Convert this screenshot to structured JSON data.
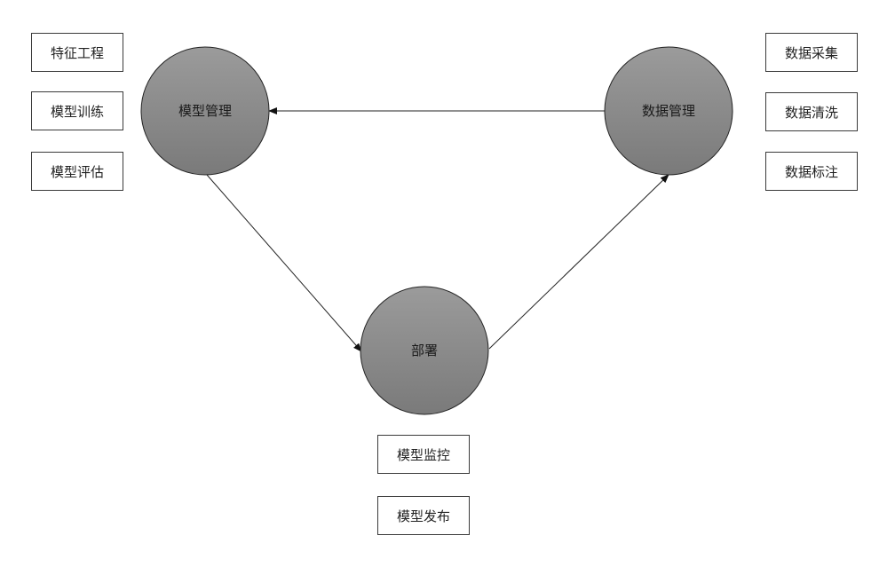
{
  "nodes": {
    "model_management": {
      "label": "模型管理"
    },
    "data_management": {
      "label": "数据管理"
    },
    "deployment": {
      "label": "部署"
    }
  },
  "tasks": {
    "model": [
      "特征工程",
      "模型训练",
      "模型评估"
    ],
    "data": [
      "数据采集",
      "数据清洗",
      "数据标注"
    ],
    "deployment": [
      "模型监控",
      "模型发布"
    ]
  },
  "colors": {
    "node_fill_top": "#9a9a9a",
    "node_fill_bottom": "#787878",
    "stroke": "#222222"
  }
}
